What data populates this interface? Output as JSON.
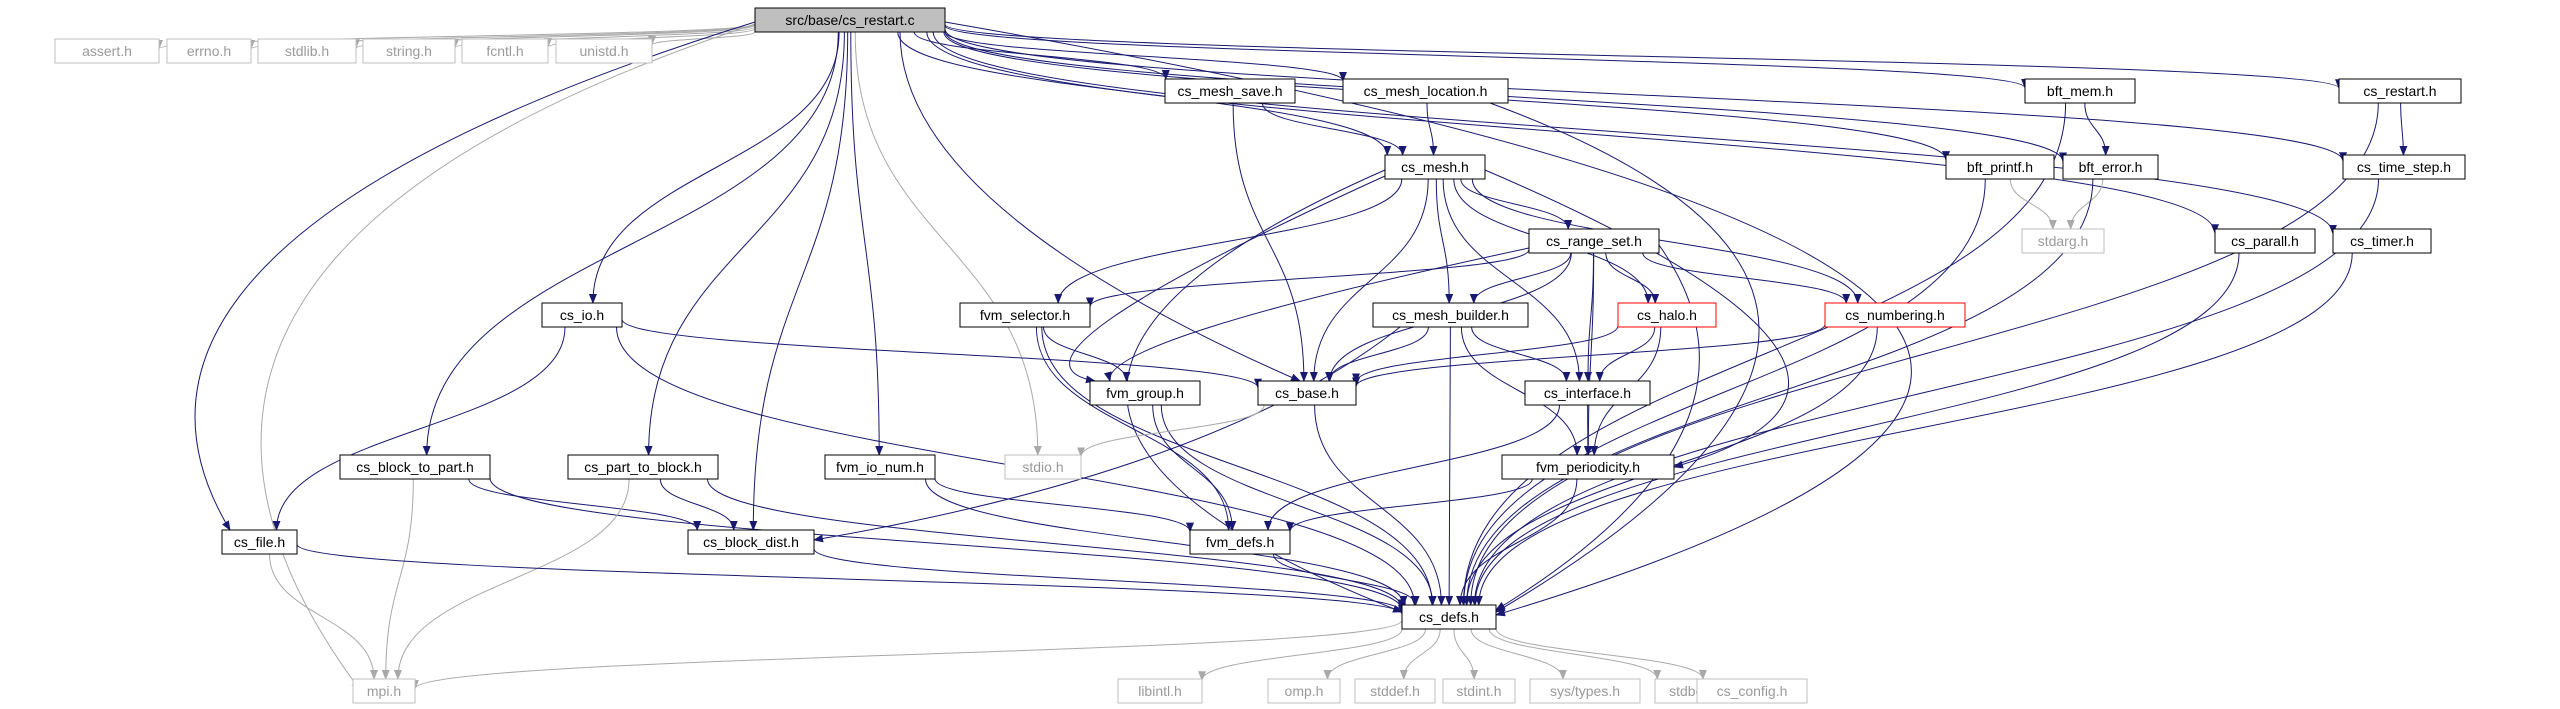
{
  "nodes": [
    {
      "id": "root",
      "label": "src/base/cs_restart.c",
      "style": "root"
    },
    {
      "id": "assert",
      "label": "assert.h",
      "style": "sys"
    },
    {
      "id": "errno",
      "label": "errno.h",
      "style": "sys"
    },
    {
      "id": "stdlib",
      "label": "stdlib.h",
      "style": "sys"
    },
    {
      "id": "string",
      "label": "string.h",
      "style": "sys"
    },
    {
      "id": "fcntl",
      "label": "fcntl.h",
      "style": "sys"
    },
    {
      "id": "unistd",
      "label": "unistd.h",
      "style": "sys"
    },
    {
      "id": "cs_mesh_save",
      "label": "cs_mesh_save.h",
      "style": "normal"
    },
    {
      "id": "cs_mesh_location",
      "label": "cs_mesh_location.h",
      "style": "normal"
    },
    {
      "id": "bft_mem",
      "label": "bft_mem.h",
      "style": "normal"
    },
    {
      "id": "cs_restart",
      "label": "cs_restart.h",
      "style": "normal"
    },
    {
      "id": "cs_mesh",
      "label": "cs_mesh.h",
      "style": "normal"
    },
    {
      "id": "bft_printf",
      "label": "bft_printf.h",
      "style": "normal"
    },
    {
      "id": "bft_error",
      "label": "bft_error.h",
      "style": "normal"
    },
    {
      "id": "cs_time_step",
      "label": "cs_time_step.h",
      "style": "normal"
    },
    {
      "id": "stdarg",
      "label": "stdarg.h",
      "style": "sys"
    },
    {
      "id": "cs_range_set",
      "label": "cs_range_set.h",
      "style": "normal"
    },
    {
      "id": "cs_parall",
      "label": "cs_parall.h",
      "style": "normal"
    },
    {
      "id": "cs_timer",
      "label": "cs_timer.h",
      "style": "normal"
    },
    {
      "id": "cs_io",
      "label": "cs_io.h",
      "style": "normal"
    },
    {
      "id": "fvm_selector",
      "label": "fvm_selector.h",
      "style": "normal"
    },
    {
      "id": "cs_mesh_builder",
      "label": "cs_mesh_builder.h",
      "style": "normal"
    },
    {
      "id": "cs_halo",
      "label": "cs_halo.h",
      "style": "red"
    },
    {
      "id": "cs_numbering",
      "label": "cs_numbering.h",
      "style": "red"
    },
    {
      "id": "fvm_group",
      "label": "fvm_group.h",
      "style": "normal"
    },
    {
      "id": "cs_base",
      "label": "cs_base.h",
      "style": "normal"
    },
    {
      "id": "cs_interface",
      "label": "cs_interface.h",
      "style": "normal"
    },
    {
      "id": "cs_block_to_part",
      "label": "cs_block_to_part.h",
      "style": "normal"
    },
    {
      "id": "cs_part_to_block",
      "label": "cs_part_to_block.h",
      "style": "normal"
    },
    {
      "id": "fvm_io_num",
      "label": "fvm_io_num.h",
      "style": "normal"
    },
    {
      "id": "stdio",
      "label": "stdio.h",
      "style": "sys"
    },
    {
      "id": "fvm_periodicity",
      "label": "fvm_periodicity.h",
      "style": "normal"
    },
    {
      "id": "cs_file",
      "label": "cs_file.h",
      "style": "normal"
    },
    {
      "id": "cs_block_dist",
      "label": "cs_block_dist.h",
      "style": "normal"
    },
    {
      "id": "fvm_defs",
      "label": "fvm_defs.h",
      "style": "normal"
    },
    {
      "id": "cs_defs",
      "label": "cs_defs.h",
      "style": "normal"
    },
    {
      "id": "mpi",
      "label": "mpi.h",
      "style": "sys"
    },
    {
      "id": "libintl",
      "label": "libintl.h",
      "style": "sys"
    },
    {
      "id": "omp",
      "label": "omp.h",
      "style": "sys"
    },
    {
      "id": "stddef",
      "label": "stddef.h",
      "style": "sys"
    },
    {
      "id": "stdint",
      "label": "stdint.h",
      "style": "sys"
    },
    {
      "id": "sys_types",
      "label": "sys/types.h",
      "style": "sys"
    },
    {
      "id": "stdbool",
      "label": "stdbool.h",
      "style": "sys"
    },
    {
      "id": "cs_config",
      "label": "cs_config.h",
      "style": "sys"
    }
  ],
  "edges": [
    [
      "root",
      "assert"
    ],
    [
      "root",
      "errno"
    ],
    [
      "root",
      "stdlib"
    ],
    [
      "root",
      "string"
    ],
    [
      "root",
      "fcntl"
    ],
    [
      "root",
      "unistd"
    ],
    [
      "root",
      "cs_mesh_save"
    ],
    [
      "root",
      "cs_mesh_location"
    ],
    [
      "root",
      "bft_mem"
    ],
    [
      "root",
      "cs_restart"
    ],
    [
      "root",
      "cs_mesh"
    ],
    [
      "root",
      "bft_printf"
    ],
    [
      "root",
      "bft_error"
    ],
    [
      "root",
      "cs_time_step"
    ],
    [
      "root",
      "cs_parall"
    ],
    [
      "root",
      "cs_timer"
    ],
    [
      "root",
      "cs_io"
    ],
    [
      "root",
      "cs_block_to_part"
    ],
    [
      "root",
      "cs_part_to_block"
    ],
    [
      "root",
      "fvm_io_num"
    ],
    [
      "root",
      "stdio"
    ],
    [
      "root",
      "cs_block_dist"
    ],
    [
      "root",
      "cs_file"
    ],
    [
      "root",
      "cs_base"
    ],
    [
      "root",
      "cs_defs"
    ],
    [
      "root",
      "mpi"
    ],
    [
      "cs_mesh_save",
      "cs_mesh"
    ],
    [
      "cs_mesh_save",
      "cs_base"
    ],
    [
      "cs_mesh_location",
      "cs_mesh"
    ],
    [
      "cs_mesh_location",
      "cs_defs"
    ],
    [
      "bft_mem",
      "bft_error"
    ],
    [
      "bft_mem",
      "cs_defs"
    ],
    [
      "cs_restart",
      "cs_time_step"
    ],
    [
      "cs_restart",
      "cs_defs"
    ],
    [
      "bft_printf",
      "stdarg"
    ],
    [
      "bft_printf",
      "cs_defs"
    ],
    [
      "bft_error",
      "stdarg"
    ],
    [
      "bft_error",
      "cs_defs"
    ],
    [
      "cs_time_step",
      "cs_defs"
    ],
    [
      "cs_parall",
      "cs_defs"
    ],
    [
      "cs_timer",
      "cs_defs"
    ],
    [
      "cs_mesh",
      "cs_range_set"
    ],
    [
      "cs_mesh",
      "cs_halo"
    ],
    [
      "cs_mesh",
      "cs_numbering"
    ],
    [
      "cs_mesh",
      "fvm_selector"
    ],
    [
      "cs_mesh",
      "cs_mesh_builder"
    ],
    [
      "cs_mesh",
      "fvm_group"
    ],
    [
      "cs_mesh",
      "cs_base"
    ],
    [
      "cs_mesh",
      "cs_interface"
    ],
    [
      "cs_mesh",
      "fvm_periodicity"
    ],
    [
      "cs_mesh",
      "cs_defs"
    ],
    [
      "cs_range_set",
      "fvm_selector"
    ],
    [
      "cs_range_set",
      "cs_mesh_builder"
    ],
    [
      "cs_range_set",
      "cs_halo"
    ],
    [
      "cs_range_set",
      "cs_numbering"
    ],
    [
      "cs_range_set",
      "fvm_group"
    ],
    [
      "cs_range_set",
      "cs_base"
    ],
    [
      "cs_range_set",
      "cs_interface"
    ],
    [
      "cs_range_set",
      "fvm_periodicity"
    ],
    [
      "cs_range_set",
      "cs_defs"
    ],
    [
      "cs_io",
      "cs_base"
    ],
    [
      "cs_io",
      "cs_file"
    ],
    [
      "cs_io",
      "cs_defs"
    ],
    [
      "fvm_selector",
      "fvm_group"
    ],
    [
      "fvm_selector",
      "fvm_defs"
    ],
    [
      "fvm_selector",
      "cs_defs"
    ],
    [
      "cs_mesh_builder",
      "cs_base"
    ],
    [
      "cs_mesh_builder",
      "cs_interface"
    ],
    [
      "cs_mesh_builder",
      "fvm_periodicity"
    ],
    [
      "cs_mesh_builder",
      "cs_block_dist"
    ],
    [
      "cs_mesh_builder",
      "cs_defs"
    ],
    [
      "cs_halo",
      "cs_base"
    ],
    [
      "cs_halo",
      "cs_interface"
    ],
    [
      "cs_halo",
      "fvm_periodicity"
    ],
    [
      "cs_numbering",
      "cs_base"
    ],
    [
      "cs_numbering",
      "cs_defs"
    ],
    [
      "fvm_group",
      "fvm_defs"
    ],
    [
      "fvm_group",
      "cs_defs"
    ],
    [
      "cs_base",
      "stdio"
    ],
    [
      "cs_base",
      "cs_defs"
    ],
    [
      "cs_interface",
      "fvm_periodicity"
    ],
    [
      "cs_interface",
      "fvm_defs"
    ],
    [
      "cs_block_to_part",
      "cs_block_dist"
    ],
    [
      "cs_block_to_part",
      "mpi"
    ],
    [
      "cs_block_to_part",
      "cs_defs"
    ],
    [
      "cs_part_to_block",
      "cs_block_dist"
    ],
    [
      "cs_part_to_block",
      "mpi"
    ],
    [
      "cs_part_to_block",
      "cs_defs"
    ],
    [
      "fvm_io_num",
      "fvm_defs"
    ],
    [
      "fvm_io_num",
      "cs_defs"
    ],
    [
      "fvm_periodicity",
      "fvm_defs"
    ],
    [
      "fvm_periodicity",
      "cs_defs"
    ],
    [
      "cs_file",
      "mpi"
    ],
    [
      "cs_file",
      "cs_defs"
    ],
    [
      "cs_block_dist",
      "cs_defs"
    ],
    [
      "fvm_defs",
      "cs_defs"
    ],
    [
      "cs_defs",
      "mpi"
    ],
    [
      "cs_defs",
      "libintl"
    ],
    [
      "cs_defs",
      "omp"
    ],
    [
      "cs_defs",
      "stddef"
    ],
    [
      "cs_defs",
      "stdint"
    ],
    [
      "cs_defs",
      "sys_types"
    ],
    [
      "cs_defs",
      "stdbool"
    ],
    [
      "cs_defs",
      "cs_config"
    ]
  ]
}
